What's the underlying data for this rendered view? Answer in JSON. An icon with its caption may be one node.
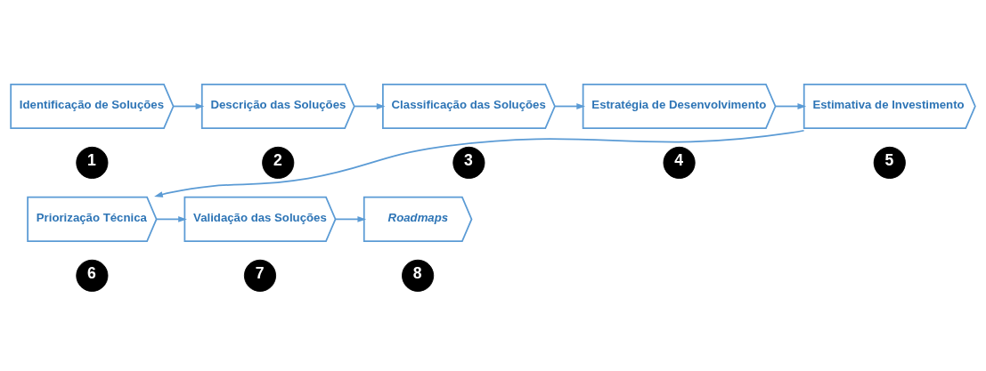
{
  "diagram": {
    "nodes": [
      {
        "text": [
          "Identificação de Soluções"
        ],
        "beside": [
          "1"
        ]
      },
      {
        "text": [
          "Descrição das Soluções"
        ],
        "beside": [
          "2"
        ]
      },
      {
        "text": [
          "Classificação das Soluções"
        ],
        "beside": [
          "3"
        ]
      },
      {
        "text": [
          "Estratégia de Desenvolvimento"
        ],
        "beside": [
          "4"
        ]
      },
      {
        "text": [
          "Estimativa de Investimento"
        ],
        "beside": [
          "5"
        ]
      },
      {
        "text": [
          "Priorização Técnica"
        ],
        "beside": [
          "6"
        ]
      },
      {
        "text": [
          "Validação das Soluções"
        ],
        "beside": [
          "7"
        ]
      },
      {
        "text": [
          "Roadmaps"
        ],
        "beside": [
          "8"
        ]
      }
    ],
    "edges": [
      {
        "from": 0,
        "to": 1,
        "arrow": "to"
      },
      {
        "from": 1,
        "to": 2,
        "arrow": "to"
      },
      {
        "from": 2,
        "to": 3,
        "arrow": "to"
      },
      {
        "from": 3,
        "to": 4,
        "arrow": "to"
      },
      {
        "from": 4,
        "to": 5,
        "arrow": "to"
      },
      {
        "from": 5,
        "to": 6,
        "arrow": "to"
      },
      {
        "from": 6,
        "to": 7,
        "arrow": "to"
      }
    ]
  }
}
